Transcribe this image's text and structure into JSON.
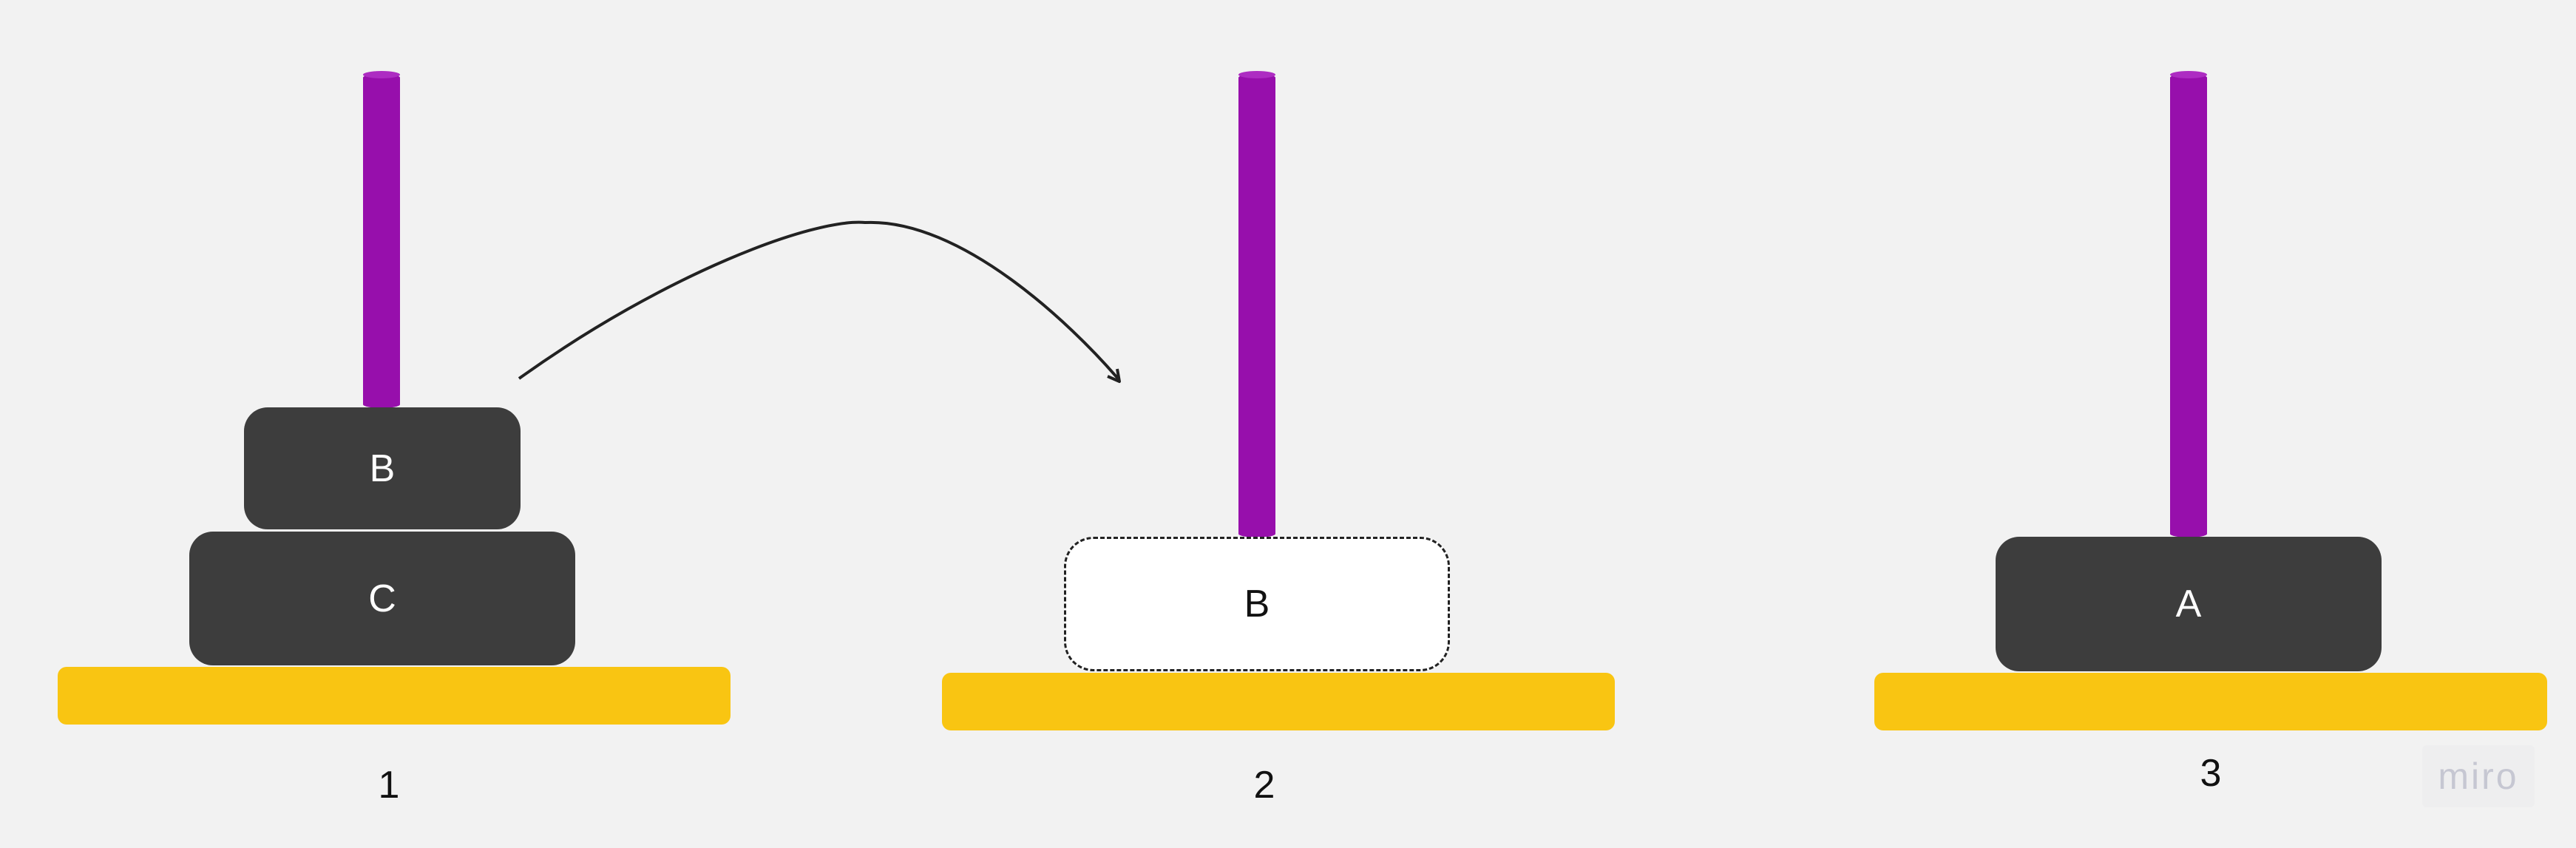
{
  "towers": [
    {
      "label": "1",
      "disks": [
        {
          "label": "B"
        },
        {
          "label": "C"
        }
      ]
    },
    {
      "label": "2",
      "ghost_disk": {
        "label": "B"
      }
    },
    {
      "label": "3",
      "disks": [
        {
          "label": "A"
        }
      ]
    }
  ],
  "watermark": "miro",
  "colors": {
    "rod": "#970fac",
    "base": "#f9c512",
    "disk": "#3d3d3d",
    "background": "#f2f2f2"
  }
}
